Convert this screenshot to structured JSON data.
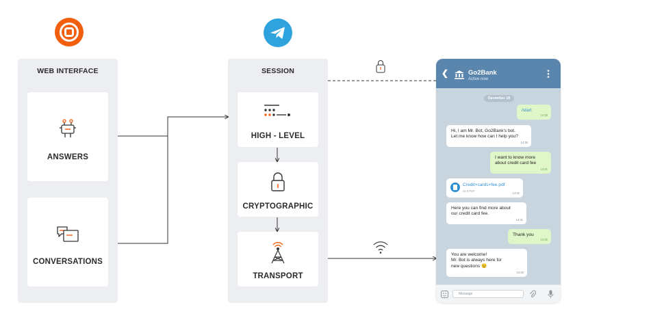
{
  "web_interface": {
    "title": "WEB INTERFACE",
    "cards": [
      {
        "label": "ANSWERS",
        "icon": "robot-icon"
      },
      {
        "label": "CONVERSATIONS",
        "icon": "chat-bubbles-icon"
      }
    ]
  },
  "session": {
    "title": "SESSION",
    "layers": [
      {
        "label": "HIGH - LEVEL",
        "icon": "list-dots-icon"
      },
      {
        "label": "CRYPTOGRAPHIC",
        "icon": "lock-icon"
      },
      {
        "label": "TRANSPORT",
        "icon": "antenna-icon"
      }
    ]
  },
  "connectors": {
    "secure_link_icon": "lock-icon",
    "wireless_icon": "wifi-icon"
  },
  "phone": {
    "chat_name": "Go2Bank",
    "status": "Active now",
    "date": "December 18",
    "messages": [
      {
        "dir": "out",
        "text": "/start",
        "time": "14:28"
      },
      {
        "dir": "in",
        "lines": [
          "Hi, I am Mr. Bot, Go2Bank's bot.",
          "Let me know how can I help you?"
        ],
        "time": "14:30"
      },
      {
        "dir": "out",
        "lines": [
          "I want to know more",
          "about credit card fee"
        ],
        "time": "14:31"
      },
      {
        "dir": "in",
        "file_name": "Credit+cards+fee.pdf",
        "file_size": "32.9 PDF",
        "time": "14:31"
      },
      {
        "dir": "in",
        "lines": [
          "Here you can find more about",
          "our credit card fee."
        ],
        "time": "14:31"
      },
      {
        "dir": "out",
        "text": "Thank you",
        "time": "14:32"
      },
      {
        "dir": "in",
        "lines": [
          "You are welcome!",
          "Mr. Bot is always here for",
          "new questions 😉"
        ],
        "time": "14:33"
      }
    ],
    "input_placeholder": "Message"
  },
  "colors": {
    "panel": "#eceef1",
    "orange": "#f2600f",
    "telegram": "#2ea3dd",
    "phone_header": "#5a86ad",
    "chat_bg": "#c8d5df",
    "out_bubble": "#dff6c9"
  }
}
